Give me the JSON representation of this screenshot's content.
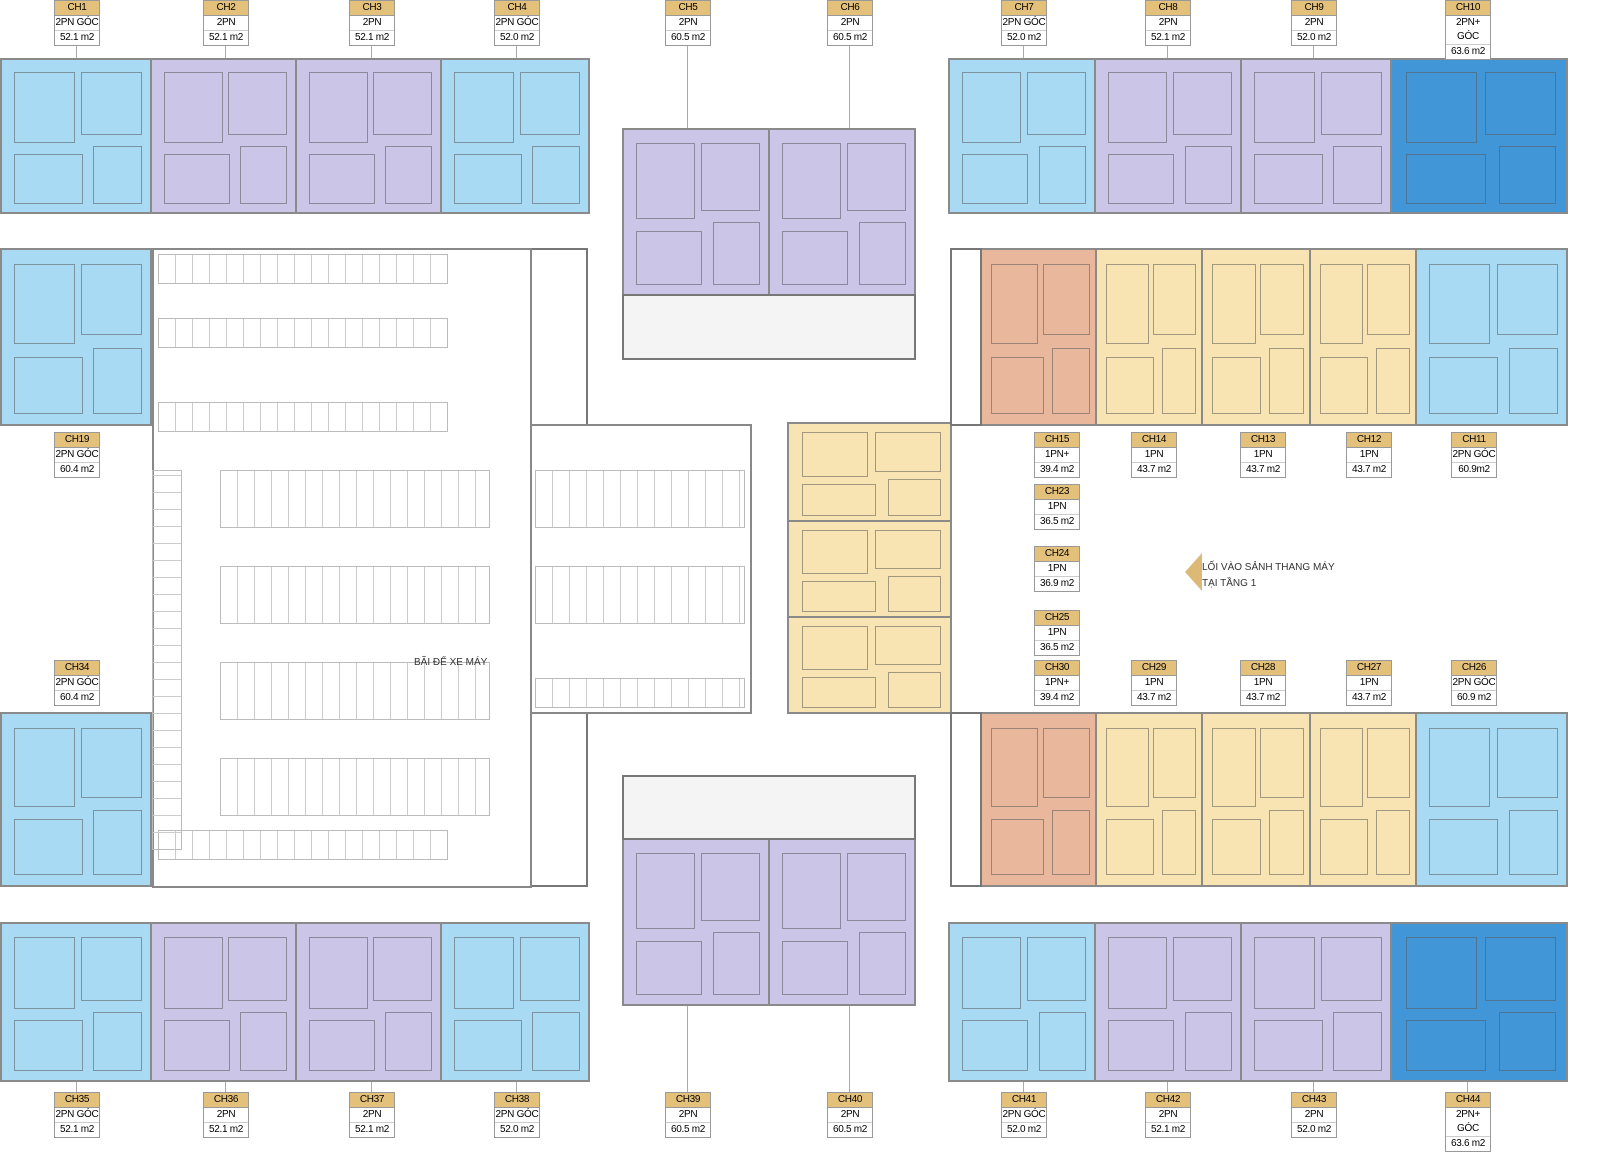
{
  "colors": {
    "corner_2pn": "#a9daf3",
    "2pn": "#cbc5e8",
    "2pn_plus": "#4196d8",
    "1pn_plus": "#e9b79c",
    "1pn": "#f7e4b2",
    "label_header": "#e4c17b"
  },
  "units": [
    {
      "code": "CH1",
      "type": "2PN GÓC",
      "area": "52.1 m2"
    },
    {
      "code": "CH2",
      "type": "2PN",
      "area": "52.1 m2"
    },
    {
      "code": "CH3",
      "type": "2PN",
      "area": "52.1 m2"
    },
    {
      "code": "CH4",
      "type": "2PN GÓC",
      "area": "52.0 m2"
    },
    {
      "code": "CH5",
      "type": "2PN",
      "area": "60.5 m2"
    },
    {
      "code": "CH6",
      "type": "2PN",
      "area": "60.5 m2"
    },
    {
      "code": "CH7",
      "type": "2PN GÓC",
      "area": "52.0 m2"
    },
    {
      "code": "CH8",
      "type": "2PN",
      "area": "52.1 m2"
    },
    {
      "code": "CH9",
      "type": "2PN",
      "area": "52.0 m2"
    },
    {
      "code": "CH10",
      "type": "2PN+ GÓC",
      "area": "63.6 m2"
    },
    {
      "code": "CH19",
      "type": "2PN GÓC",
      "area": "60.4 m2"
    },
    {
      "code": "CH15",
      "type": "1PN+",
      "area": "39.4 m2"
    },
    {
      "code": "CH14",
      "type": "1PN",
      "area": "43.7 m2"
    },
    {
      "code": "CH13",
      "type": "1PN",
      "area": "43.7 m2"
    },
    {
      "code": "CH12",
      "type": "1PN",
      "area": "43.7 m2"
    },
    {
      "code": "CH11",
      "type": "2PN GÓC",
      "area": "60.9m2"
    },
    {
      "code": "CH23",
      "type": "1PN",
      "area": "36.5 m2"
    },
    {
      "code": "CH24",
      "type": "1PN",
      "area": "36.9 m2"
    },
    {
      "code": "CH25",
      "type": "1PN",
      "area": "36.5 m2"
    },
    {
      "code": "CH34",
      "type": "2PN GÓC",
      "area": "60.4 m2"
    },
    {
      "code": "CH30",
      "type": "1PN+",
      "area": "39.4 m2"
    },
    {
      "code": "CH29",
      "type": "1PN",
      "area": "43.7 m2"
    },
    {
      "code": "CH28",
      "type": "1PN",
      "area": "43.7 m2"
    },
    {
      "code": "CH27",
      "type": "1PN",
      "area": "43.7 m2"
    },
    {
      "code": "CH26",
      "type": "2PN GÓC",
      "area": "60.9 m2"
    },
    {
      "code": "CH35",
      "type": "2PN GÓC",
      "area": "52.1 m2"
    },
    {
      "code": "CH36",
      "type": "2PN",
      "area": "52.1 m2"
    },
    {
      "code": "CH37",
      "type": "2PN",
      "area": "52.1 m2"
    },
    {
      "code": "CH38",
      "type": "2PN GÓC",
      "area": "52.0 m2"
    },
    {
      "code": "CH39",
      "type": "2PN",
      "area": "60.5 m2"
    },
    {
      "code": "CH40",
      "type": "2PN",
      "area": "60.5 m2"
    },
    {
      "code": "CH41",
      "type": "2PN GÓC",
      "area": "52.0 m2"
    },
    {
      "code": "CH42",
      "type": "2PN",
      "area": "52.1 m2"
    },
    {
      "code": "CH43",
      "type": "2PN",
      "area": "52.0 m2"
    },
    {
      "code": "CH44",
      "type": "2PN+ GÓC",
      "area": "63.6 m2"
    }
  ],
  "parking_label": "BÃI ĐỂ XE MÁY",
  "entrance_note": {
    "line1": "LỐI VÀO SẢNH THANG MÁY",
    "line2": "TẠI TẦNG 1"
  }
}
